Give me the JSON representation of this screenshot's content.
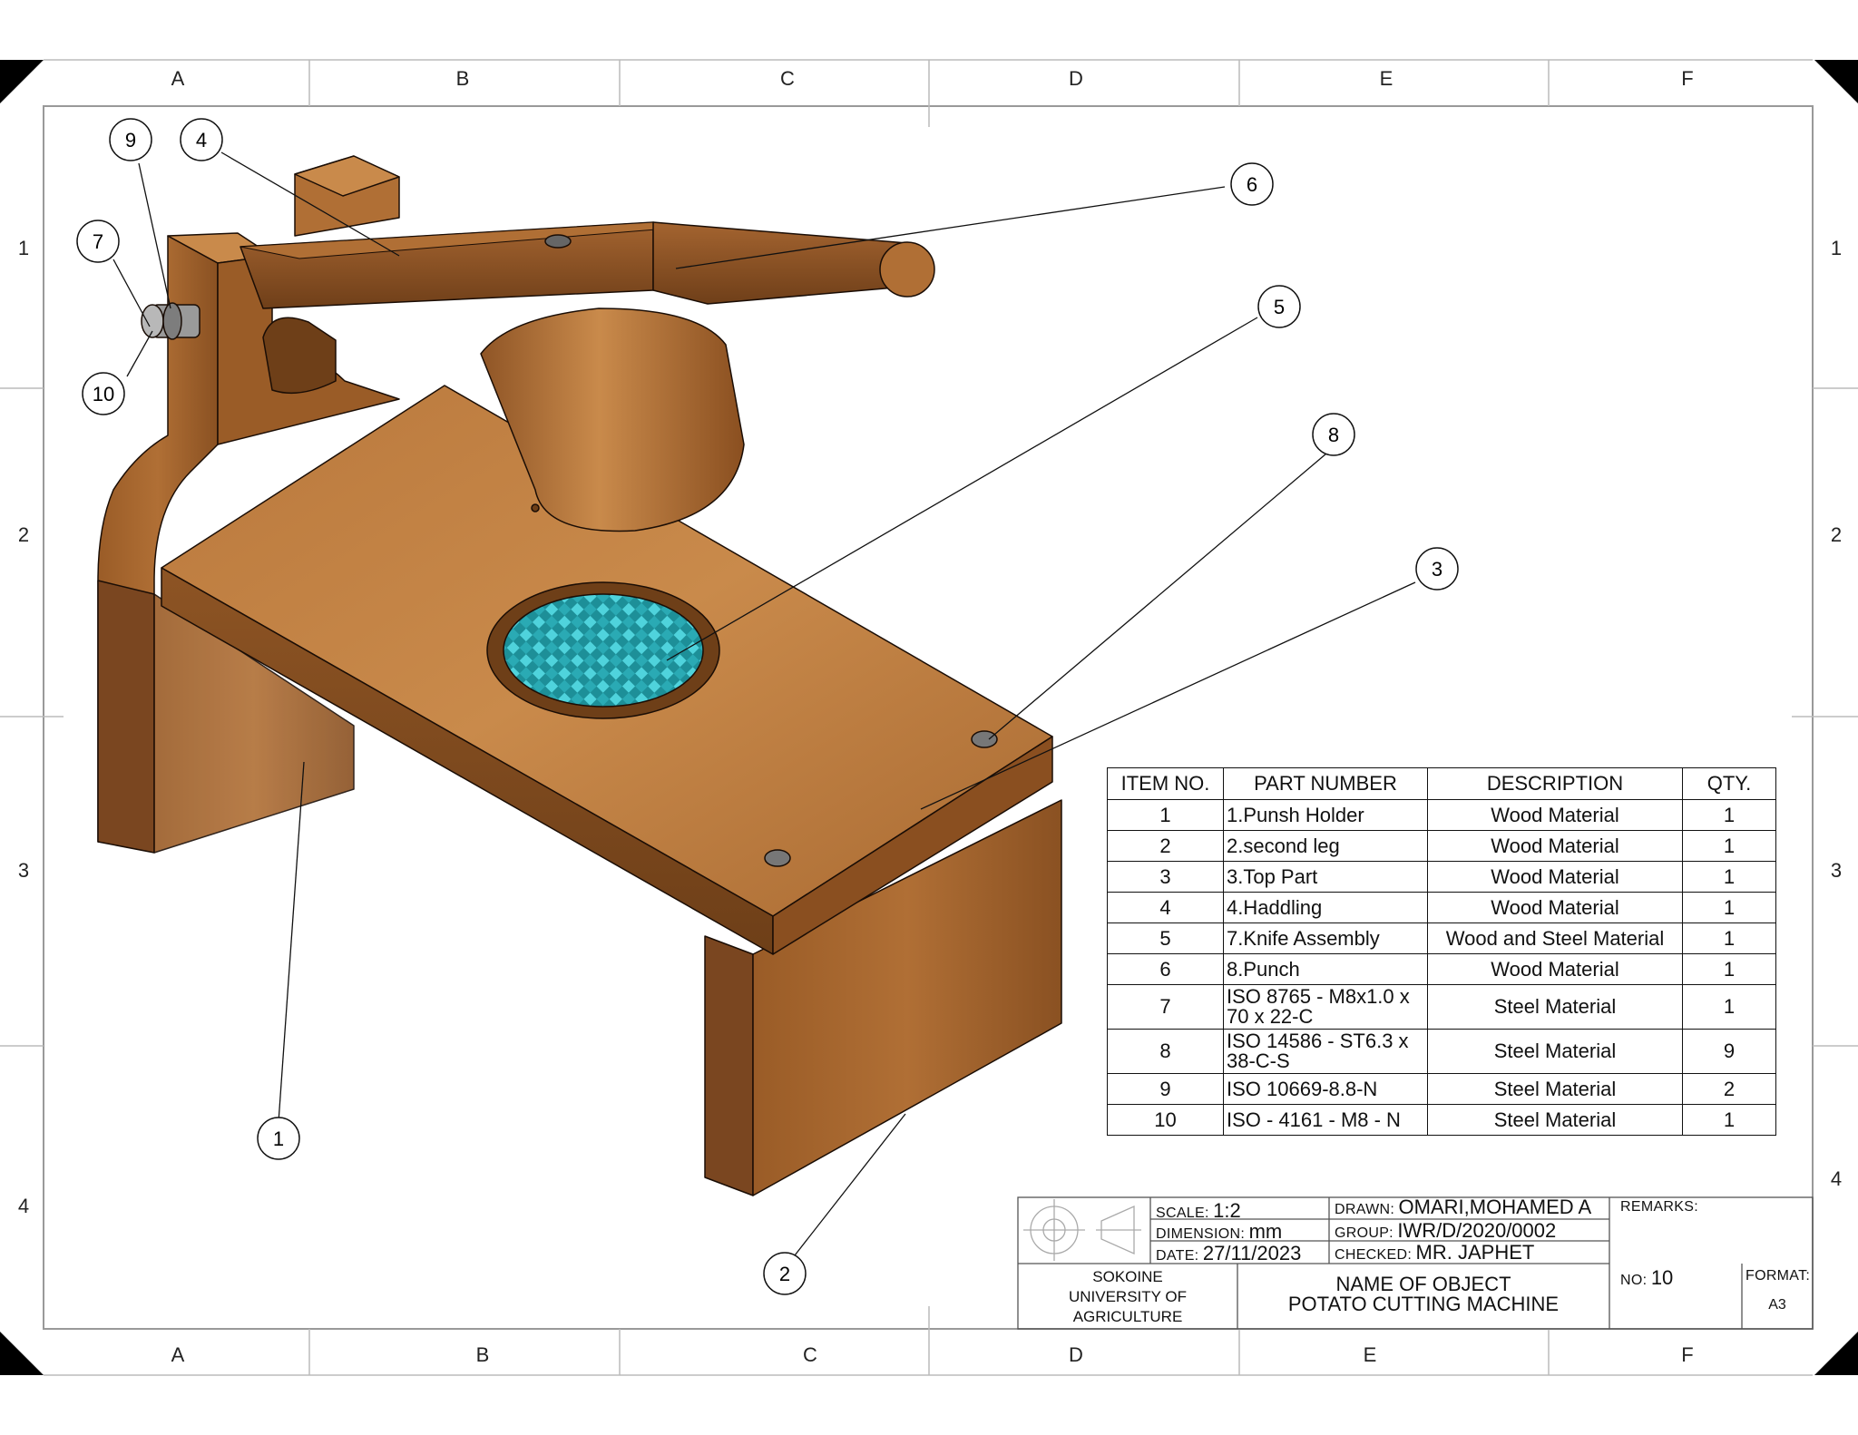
{
  "zones": {
    "columns": [
      "A",
      "B",
      "C",
      "D",
      "E",
      "F"
    ],
    "rows": [
      "1",
      "2",
      "3",
      "4"
    ]
  },
  "balloons": [
    "1",
    "2",
    "3",
    "4",
    "5",
    "6",
    "7",
    "8",
    "9",
    "10"
  ],
  "bom": {
    "headers": [
      "ITEM NO.",
      "PART NUMBER",
      "DESCRIPTION",
      "QTY."
    ],
    "rows": [
      {
        "item": "1",
        "part": "1.Punsh Holder",
        "desc": "Wood Material",
        "qty": "1"
      },
      {
        "item": "2",
        "part": "2.second leg",
        "desc": "Wood Material",
        "qty": "1"
      },
      {
        "item": "3",
        "part": "3.Top Part",
        "desc": "Wood Material",
        "qty": "1"
      },
      {
        "item": "4",
        "part": "4.Haddling",
        "desc": "Wood Material",
        "qty": "1"
      },
      {
        "item": "5",
        "part": "7.Knife Assembly",
        "desc": "Wood and Steel Material",
        "qty": "1"
      },
      {
        "item": "6",
        "part": "8.Punch",
        "desc": "Wood Material",
        "qty": "1"
      },
      {
        "item": "7",
        "part": "ISO 8765 - M8x1.0 x 70 x 22-C",
        "desc": "Steel Material",
        "qty": "1"
      },
      {
        "item": "8",
        "part": "ISO 14586 - ST6.3 x 38-C-S",
        "desc": "Steel Material",
        "qty": "9"
      },
      {
        "item": "9",
        "part": "ISO 10669-8.8-N",
        "desc": "Steel Material",
        "qty": "2"
      },
      {
        "item": "10",
        "part": "ISO - 4161 - M8 - N",
        "desc": "Steel Material",
        "qty": "1"
      }
    ]
  },
  "title_block": {
    "scale_label": "SCALE:",
    "scale": "1:2",
    "dimension_label": "DIMENSION:",
    "dimension": "mm",
    "date_label": "DATE:",
    "date": "27/11/2023",
    "drawn_label": "DRAWN:",
    "drawn": "OMARI,MOHAMED A",
    "group_label": "GROUP:",
    "group": "IWR/D/2020/0002",
    "checked_label": "CHECKED:",
    "checked": "MR. JAPHET",
    "remarks_label": "REMARKS:",
    "institution": [
      "SOKOINE",
      "UNIVERSITY OF",
      "AGRICULTURE"
    ],
    "name_label": "NAME OF OBJECT",
    "name": "POTATO CUTTING MACHINE",
    "no_label": "NO:",
    "no": "10",
    "format_label": "FORMAT:",
    "format": "A3"
  },
  "colors": {
    "wood_light": "#c98a4b",
    "wood_mid": "#a8672f",
    "wood_dark": "#6e3f18",
    "knife": "#35b9c4",
    "steel": "#9a9a9a"
  }
}
